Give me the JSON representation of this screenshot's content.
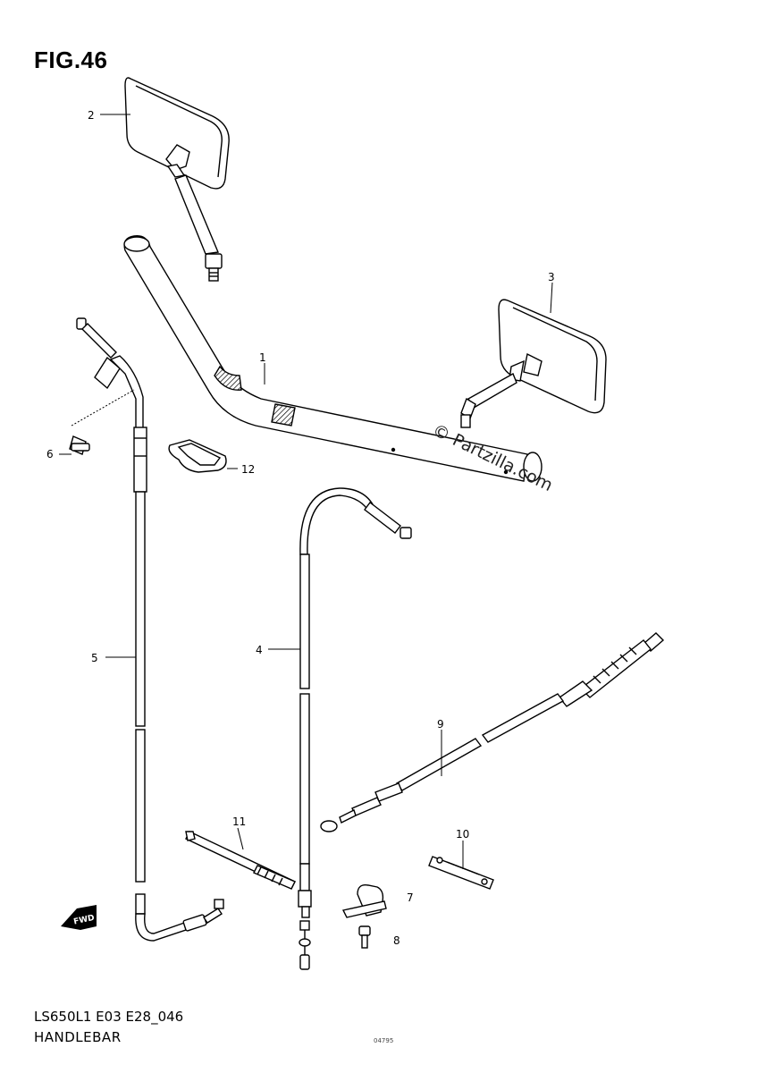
{
  "figure": {
    "title": "FIG.46",
    "footer_code": "LS650L1 E03 E28_046",
    "footer_name": "HANDLEBAR",
    "watermark": "© Partzilla.com",
    "bottom_code": "04795"
  },
  "callouts": [
    "1",
    "2",
    "3",
    "4",
    "5",
    "6",
    "7",
    "8",
    "9",
    "10",
    "11",
    "12"
  ],
  "fwd_label": "FWD"
}
